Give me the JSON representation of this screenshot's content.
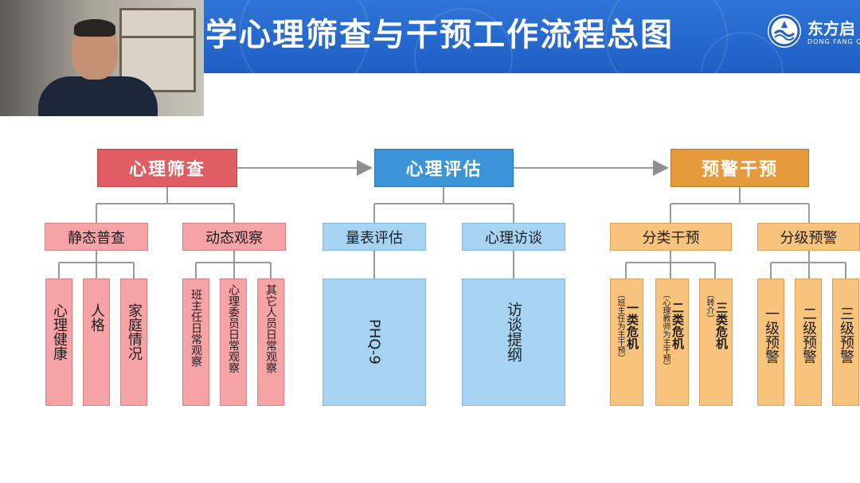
{
  "header": {
    "title": "学心理筛查与干预工作流程总图",
    "logo_name": "东方启",
    "logo_sub": "DONG FANG Q"
  },
  "diagram": {
    "stages": [
      {
        "label": "心理筛查",
        "color": "red"
      },
      {
        "label": "心理评估",
        "color": "blue"
      },
      {
        "label": "预警干预",
        "color": "orange"
      }
    ],
    "screening": {
      "static": {
        "label": "静态普查",
        "items": [
          "心理健康",
          "人格",
          "家庭情况"
        ]
      },
      "dynamic": {
        "label": "动态观察",
        "items": [
          "班主任日常观察",
          "心理委员日常观察",
          "其它人员日常观察"
        ]
      }
    },
    "assessment": {
      "scale": {
        "label": "量表评估",
        "item": "PHQ-9"
      },
      "interview": {
        "label": "心理访谈",
        "item": "访谈提纲"
      }
    },
    "intervention": {
      "classify": {
        "label": "分类干预",
        "items": [
          {
            "main": "一类危机",
            "note": "（班主任为主干预）"
          },
          {
            "main": "二类危机",
            "note": "（心理教师为主干预）"
          },
          {
            "main": "三类危机",
            "note": "（转介）"
          }
        ]
      },
      "grade": {
        "label": "分级预警",
        "items": [
          "一级预警",
          "二级预警",
          "三级预警"
        ]
      }
    }
  },
  "colors": {
    "header_blue": "#2f74d6",
    "red_dark": "#e05c63",
    "red_light": "#f6a3a6",
    "blue_dark": "#3c94d8",
    "blue_light": "#a7d3f2",
    "orange_dark": "#e59a3b",
    "orange_light": "#f8c37c",
    "arrow": "#8f8f8f"
  }
}
